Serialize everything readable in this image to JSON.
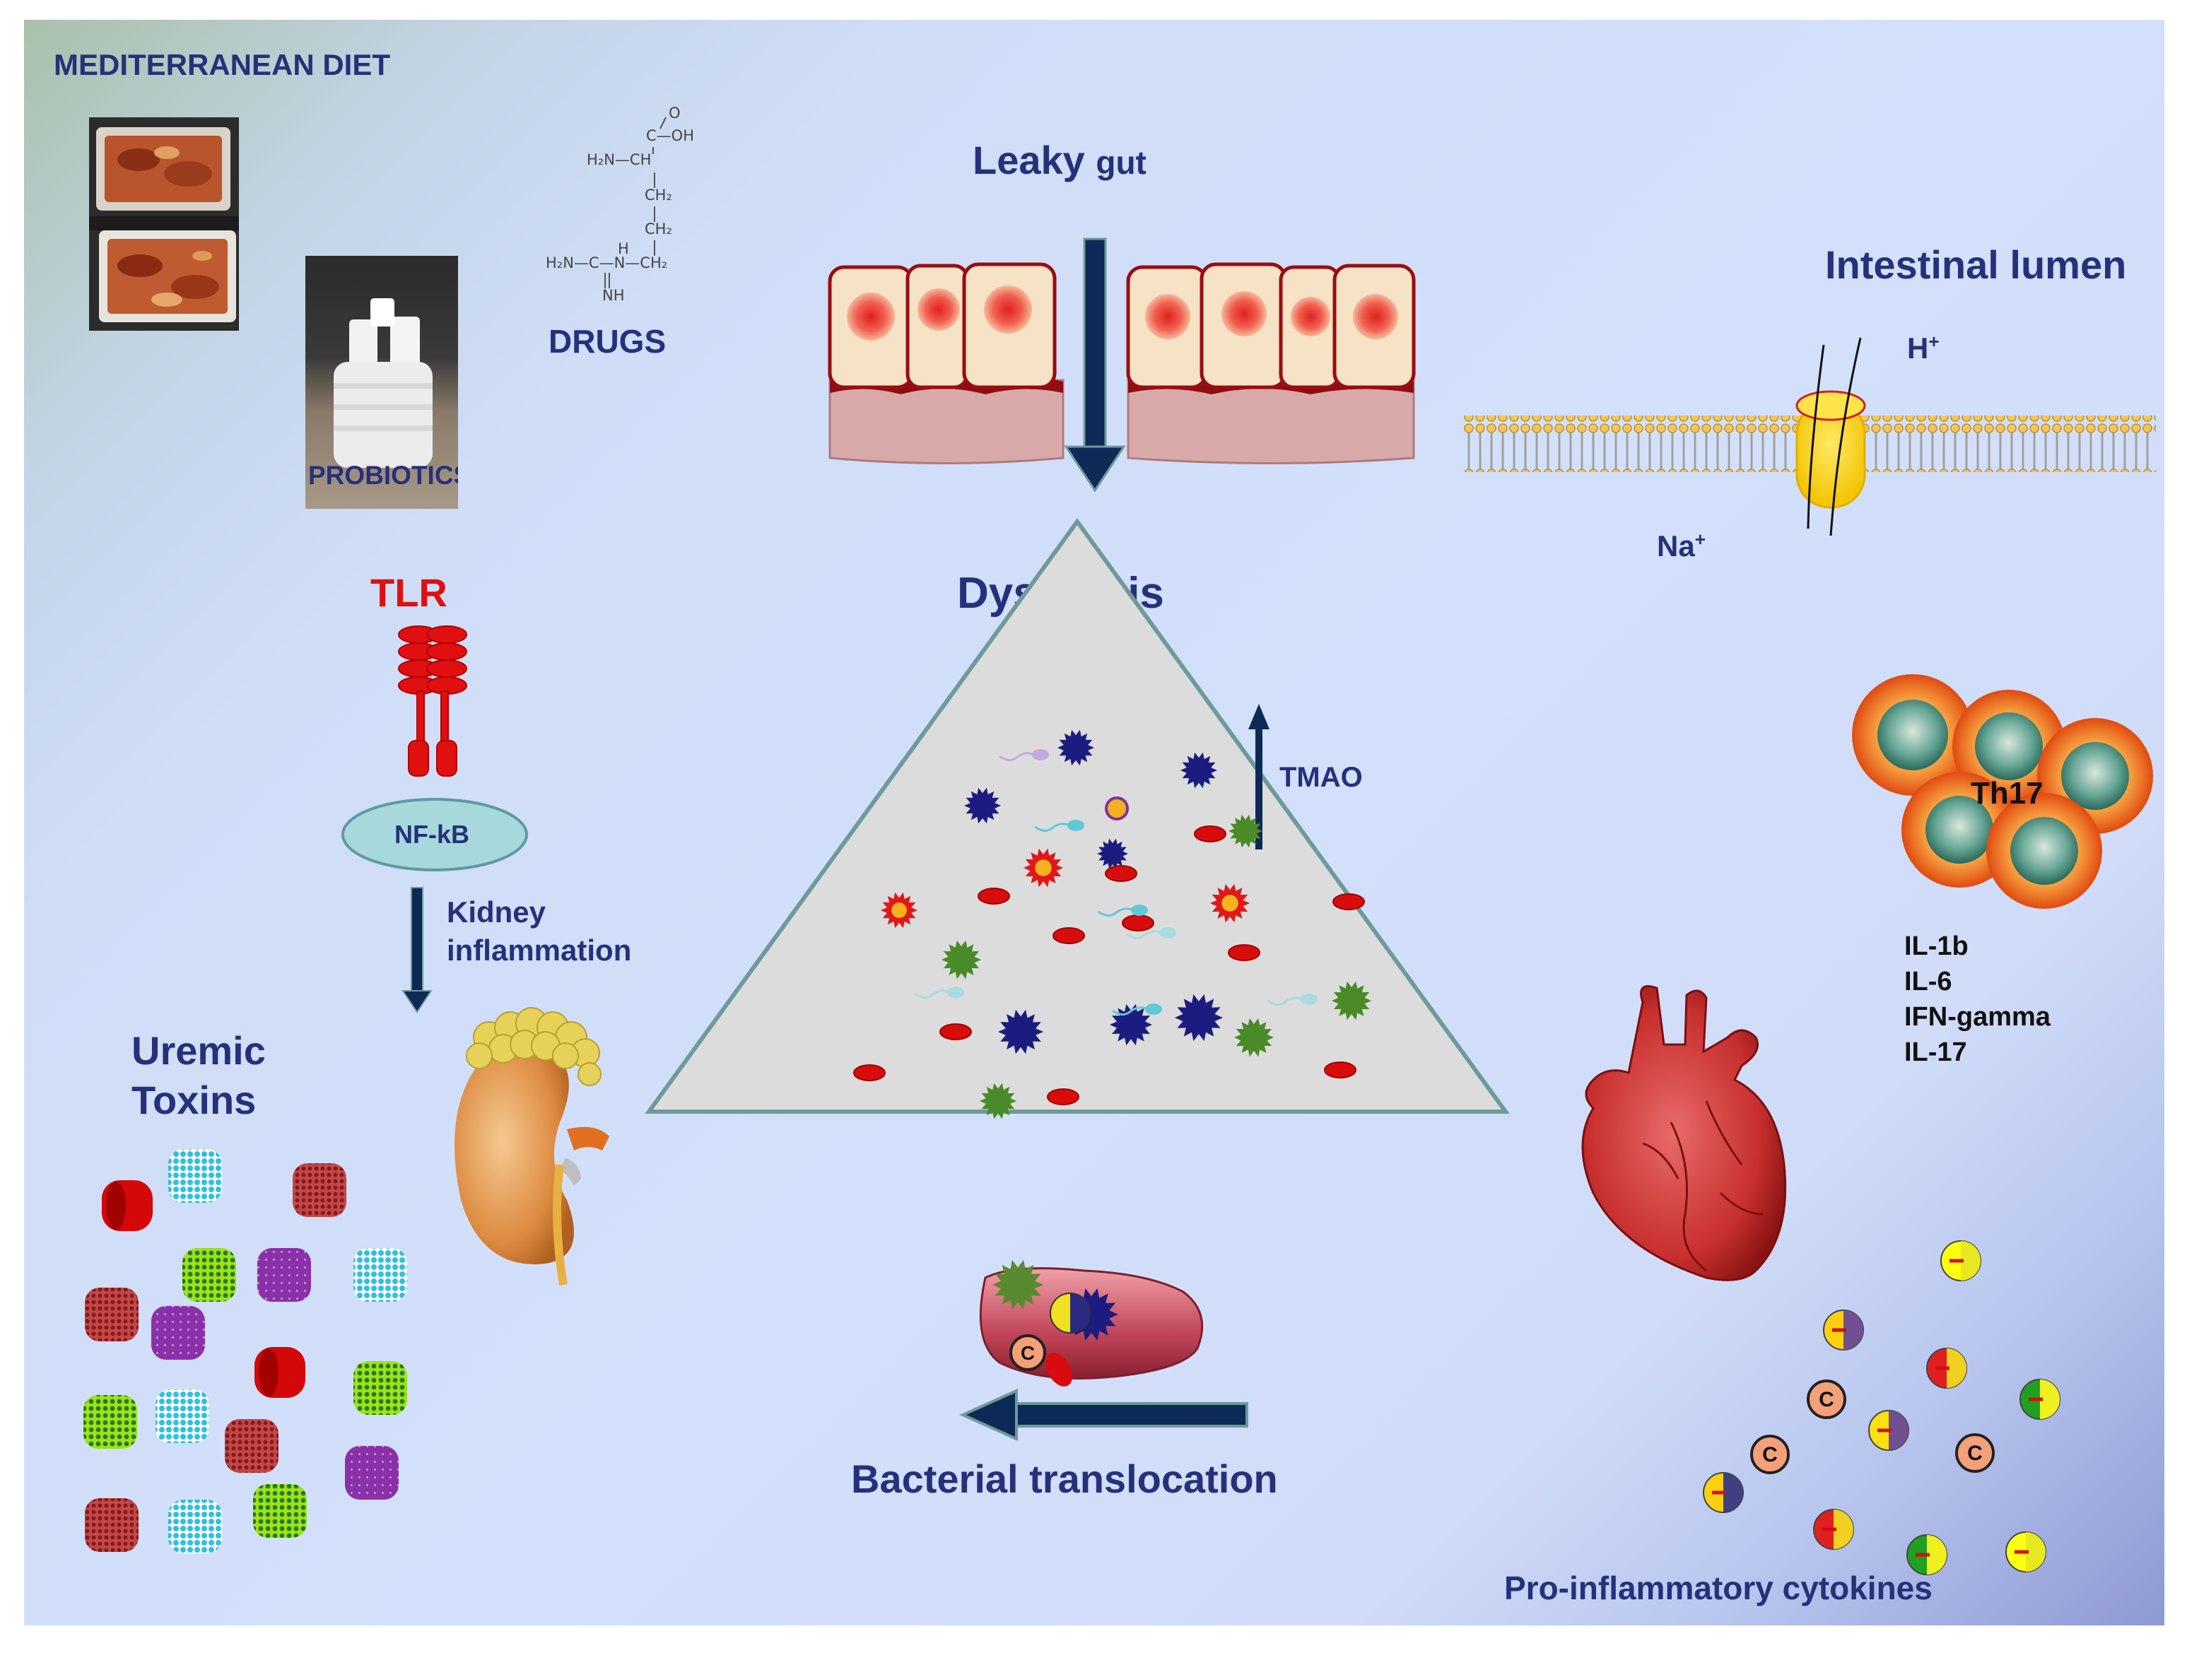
{
  "labels": {
    "mediterranean_diet": "MEDITERRANEAN DIET",
    "probiotics": "PROBIOTICS",
    "drugs": "DRUGS",
    "leaky": "Leaky",
    "gut": "gut",
    "intestinal_lumen": "Intestinal lumen",
    "h_plus": "H",
    "na_plus": "Na",
    "plus": "+",
    "tlr": "TLR",
    "nfkb": "NF-kB",
    "kidney_inflammation_1": "Kidney",
    "kidney_inflammation_2": "inflammation",
    "dysbiosis": "Dysbiosis",
    "tmao": "TMAO",
    "th17": "Th17",
    "uremic_toxins_1": "Uremic",
    "uremic_toxins_2": "Toxins",
    "cytokines": [
      "IL-1b",
      "IL-6",
      "IFN-gamma",
      "IL-17"
    ],
    "bacterial_translocation": "Bacterial translocation",
    "pro_inflammatory_cytokines": "Pro-inflammatory cytokines",
    "c_marker": "C"
  },
  "arginine_structure": {
    "o": "O",
    "c_oh": "C—OH",
    "h2n_ch": "H₂N—CH",
    "ch2_1": "CH₂",
    "ch2_2": "CH₂",
    "guanidine": "H₂N—C—N—CH₂",
    "h": "H",
    "nh": "NH"
  },
  "colors": {
    "label_navy": "#27307a",
    "tlr_red": "#e01010",
    "arrow_navy": "#0c2a55",
    "triangle_fill": "#dcdcdc",
    "triangle_stroke": "#6f9a9a"
  }
}
